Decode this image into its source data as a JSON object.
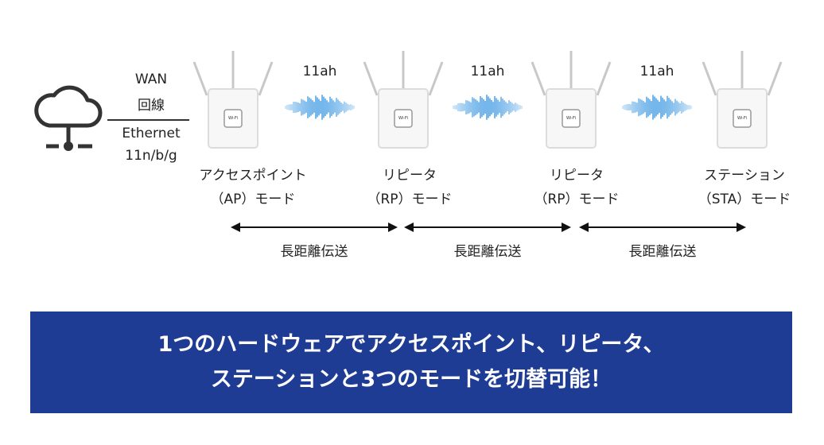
{
  "wan": {
    "line1": "WAN",
    "line2": "回線",
    "ethernet": "Ethernet",
    "standard": "11n/b/g"
  },
  "links": [
    "11ah",
    "11ah",
    "11ah"
  ],
  "devices": [
    {
      "line1": "アクセスポイント",
      "line2": "（AP）モード",
      "badge": "Wi-Fi"
    },
    {
      "line1": "リピータ",
      "line2": "（RP）モード",
      "badge": "Wi-Fi"
    },
    {
      "line1": "リピータ",
      "line2": "（RP）モード",
      "badge": "Wi-Fi"
    },
    {
      "line1": "ステーション",
      "line2": "（STA）モード",
      "badge": "Wi-Fi"
    }
  ],
  "ranges": [
    "長距離伝送",
    "長距離伝送",
    "長距離伝送"
  ],
  "banner": {
    "line1": "1つのハードウェアでアクセスポイント、リピータ、",
    "line2": "ステーションと3つのモードを切替可能！"
  },
  "colors": {
    "wave": "#2b8fe0",
    "banner": "#1f3c95"
  }
}
